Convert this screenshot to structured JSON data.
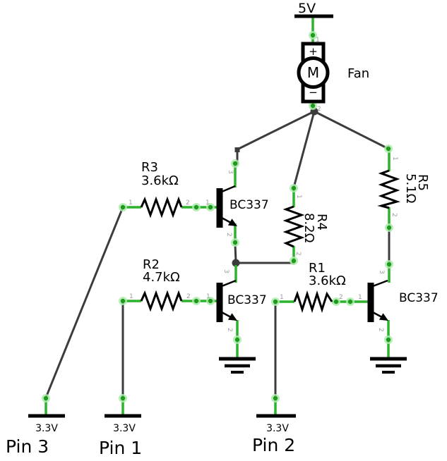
{
  "colors": {
    "wire_green": "#2db22d",
    "wire_dark": "#3c3c3c",
    "connector_dot_green": "#1f9a1f",
    "connector_halo_green": "#a9eba9",
    "pin_number_gray": "#9b9b9b",
    "component_black": "#000000",
    "background": "#ffffff"
  },
  "power_rails": {
    "v5": {
      "label": "5V"
    },
    "pin3": {
      "voltage": "3.3V",
      "name": "Pin 3"
    },
    "pin1": {
      "voltage": "3.3V",
      "name": "Pin 1"
    },
    "pin2": {
      "voltage": "3.3V",
      "name": "Pin 2"
    }
  },
  "motor": {
    "label": "Fan",
    "designator": "M",
    "plus_terminal": "+",
    "minus_terminal": "−"
  },
  "resistors": {
    "r1": {
      "ref": "R1",
      "value": "3.6kΩ"
    },
    "r2": {
      "ref": "R2",
      "value": "4.7kΩ"
    },
    "r3": {
      "ref": "R3",
      "value": "3.6kΩ"
    },
    "r4": {
      "ref": "R4",
      "value": "8.2Ω"
    },
    "r5": {
      "ref": "R5",
      "value": "5.1Ω"
    }
  },
  "transistors": {
    "q1": {
      "part": "BC337"
    },
    "q2": {
      "part": "BC337"
    },
    "q3": {
      "part": "BC337"
    }
  },
  "pin_numbers": {
    "p1": "1",
    "p2": "2",
    "p3": "3"
  }
}
